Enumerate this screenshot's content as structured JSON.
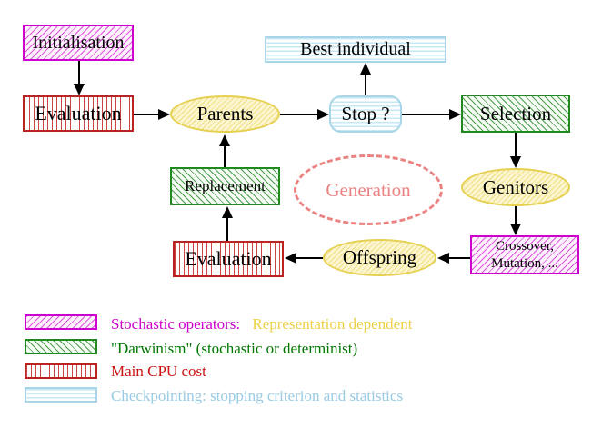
{
  "diagram": {
    "nodes": {
      "initialisation": {
        "label": "Initialisation"
      },
      "evaluation_top": {
        "label": "Evaluation"
      },
      "parents": {
        "label": "Parents"
      },
      "best_individual": {
        "label": "Best individual"
      },
      "stop": {
        "label": "Stop ?"
      },
      "selection": {
        "label": "Selection"
      },
      "genitors": {
        "label": "Genitors"
      },
      "crossover_mutation": {
        "line1": "Crossover,",
        "line2": "Mutation, ..."
      },
      "offspring": {
        "label": "Offspring"
      },
      "evaluation_bottom": {
        "label": "Evaluation"
      },
      "replacement": {
        "label": "Replacement"
      },
      "generation": {
        "label": "Generation"
      }
    },
    "legend": [
      {
        "pattern": "magenta-hatch",
        "text": "Stochastic operators:",
        "text2": "Representation dependent"
      },
      {
        "pattern": "green-hatch",
        "text": "\"Darwinism\" (stochastic or determinist)"
      },
      {
        "pattern": "red-stripes",
        "text": "Main CPU cost"
      },
      {
        "pattern": "cyan-stripes",
        "text": "Checkpointing: stopping criterion and statistics"
      }
    ],
    "colors": {
      "stochastic_magenta": "#cc00cc",
      "cpu_red": "#bb2222",
      "darwinism_green": "#1e8a1e",
      "darwinism_text_green": "#007700",
      "checkpoint_cyan_border": "#a8d6e8",
      "checkpoint_cyan_text": "#99cbe4",
      "population_yellow_border": "#e6d052",
      "representation_gold_text": "#eed048",
      "generation_salmon": "#ec8383",
      "arrow_black": "#000000"
    }
  }
}
